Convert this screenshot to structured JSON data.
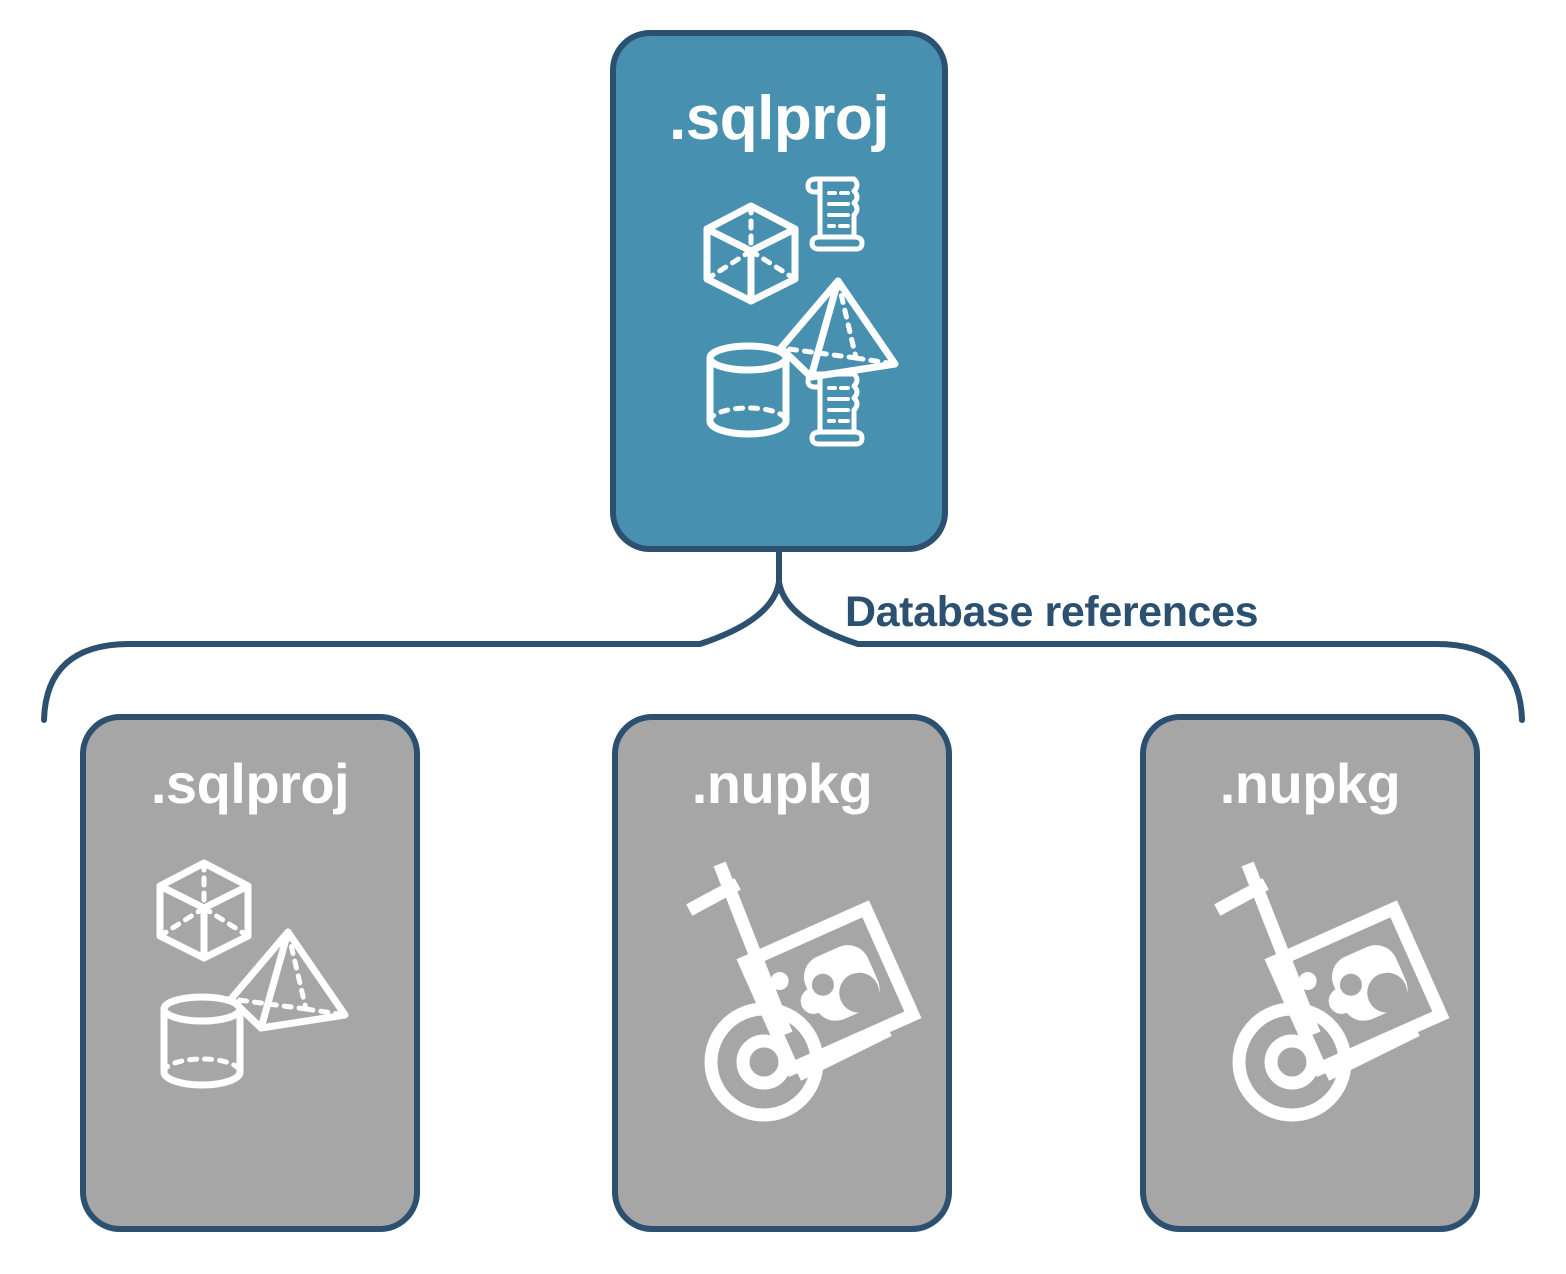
{
  "diagram": {
    "title": "Database references",
    "connector_label": "Database references",
    "colors": {
      "accent_fill": "#4890b0",
      "neutral_fill": "#a6a6a6",
      "stroke": "#2b5070",
      "label_text": "#2b5070",
      "node_text": "#ffffff",
      "background": "#ffffff"
    },
    "nodes": {
      "top": {
        "label": ".sqlproj",
        "fill": "accent",
        "icons": [
          "cube-icon",
          "scroll-icon",
          "pyramid-icon",
          "cylinder-icon",
          "scroll-icon"
        ]
      },
      "children": [
        {
          "label": ".sqlproj",
          "fill": "neutral",
          "icons": [
            "cube-icon",
            "pyramid-icon",
            "cylinder-icon"
          ]
        },
        {
          "label": ".nupkg",
          "fill": "neutral",
          "icons": [
            "nuget-hand-truck-icon"
          ]
        },
        {
          "label": ".nupkg",
          "fill": "neutral",
          "icons": [
            "nuget-hand-truck-icon"
          ]
        }
      ]
    }
  }
}
